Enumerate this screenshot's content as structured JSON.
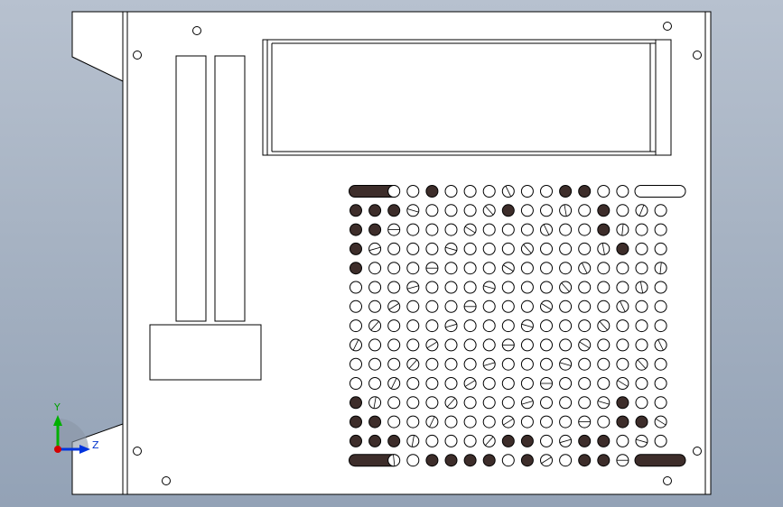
{
  "viewport": {
    "background_top": "#b7c1cf",
    "background_bottom": "#93a2b6",
    "part_fill": "#ffffff",
    "edge_color": "#000000",
    "dark_fill": "#3d2d2a"
  },
  "triad": {
    "y_label": "Y",
    "z_label": "Z",
    "x_color": "#d40000",
    "y_color": "#00b000",
    "z_color": "#0033dd"
  },
  "vent_grid": {
    "rows": 15,
    "cols": 17
  }
}
